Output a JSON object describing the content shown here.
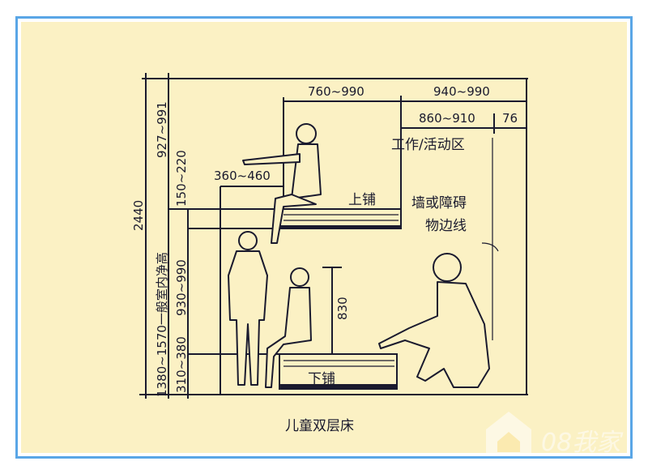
{
  "diagram": {
    "title": "儿童双层床",
    "dimensions": {
      "total_height": "2440",
      "upper_clearance": "927~991",
      "upper_gap": "150~220",
      "room_height_label": "1380~1570一般室内净高",
      "upper_bed_height": "930~990",
      "lower_bed_height": "310~380",
      "upper_width": "760~990",
      "activity_width": "940~990",
      "activity_inner": "860~910",
      "wall_gap": "76",
      "reach": "360~460",
      "lower_clearance": "830"
    },
    "labels": {
      "upper_bunk": "上铺",
      "lower_bunk": "下铺",
      "activity_zone": "工作/活动区",
      "wall_line_1": "墙或障碍",
      "wall_line_2": "物边线"
    },
    "watermark": "08我家",
    "colors": {
      "background": "#fbf1c4",
      "frame": "#5aa6e6",
      "ink": "#1a1a2e"
    }
  }
}
